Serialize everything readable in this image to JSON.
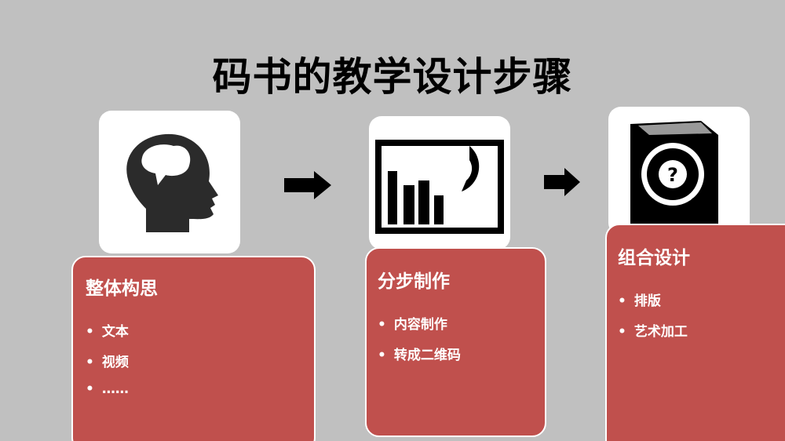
{
  "title": "码书的教学设计步骤",
  "steps": [
    {
      "icon": "head-brain-icon",
      "heading": "整体构思",
      "items": [
        "文本",
        "视频",
        "……"
      ]
    },
    {
      "icon": "chart-presentation-icon",
      "heading": "分步制作",
      "items": [
        "内容制作",
        "转成二维码"
      ]
    },
    {
      "icon": "book-magnifier-question-icon",
      "heading": "组合设计",
      "items": [
        "排版",
        "艺术加工"
      ]
    }
  ],
  "colors": {
    "card": "#c0504d",
    "background": "#c0c0c0"
  }
}
